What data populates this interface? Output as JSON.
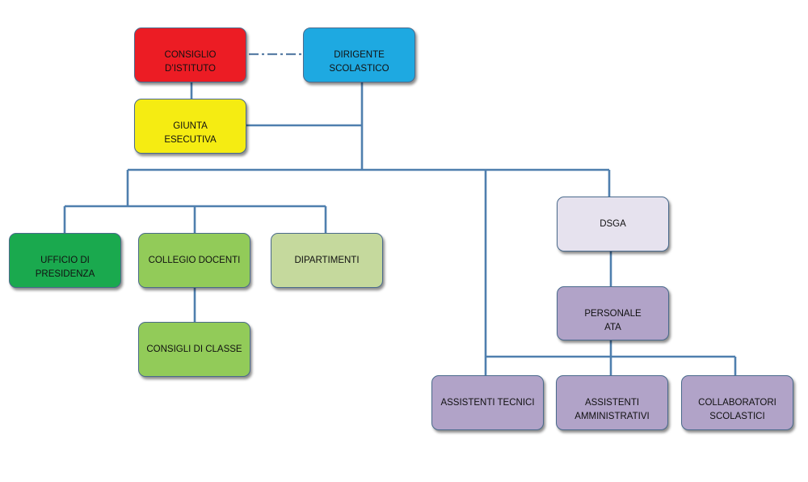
{
  "diagram": {
    "nodes": [
      {
        "id": "consiglio",
        "label": "CONSIGLIO\nD’ISTITUTO",
        "color": "#ec1c24"
      },
      {
        "id": "dirigente",
        "label": "DIRIGENTE\nSCOLASTICO",
        "color": "#1ea9e1"
      },
      {
        "id": "giunta",
        "label": "GIUNTA\nESECUTIVA",
        "color": "#f5ec12"
      },
      {
        "id": "ufficio",
        "label": "UFFICIO DI\nPRESIDENZA",
        "color": "#1aa94e"
      },
      {
        "id": "collegio",
        "label": "COLLEGIO DOCENTI",
        "color": "#92cb59"
      },
      {
        "id": "dipartimenti",
        "label": "DIPARTIMENTI",
        "color": "#c5d99d"
      },
      {
        "id": "consigli",
        "label": "CONSIGLI DI CLASSE",
        "color": "#92cb59"
      },
      {
        "id": "dsga",
        "label": "DSGA",
        "color": "#e6e2ee"
      },
      {
        "id": "personale",
        "label": "PERSONALE\nATA",
        "color": "#b1a3c8"
      },
      {
        "id": "tecnici",
        "label": "ASSISTENTI TECNICI",
        "color": "#b1a3c8"
      },
      {
        "id": "amministrativi",
        "label": "ASSISTENTI\nAMMINISTRATIVI",
        "color": "#b1a3c8"
      },
      {
        "id": "collaboratori",
        "label": "COLLABORATORI\nSCOLASTICI",
        "color": "#b1a3c8"
      }
    ],
    "line_color": "#4f7fae",
    "dashed_link_color": "#5b7fa6"
  }
}
